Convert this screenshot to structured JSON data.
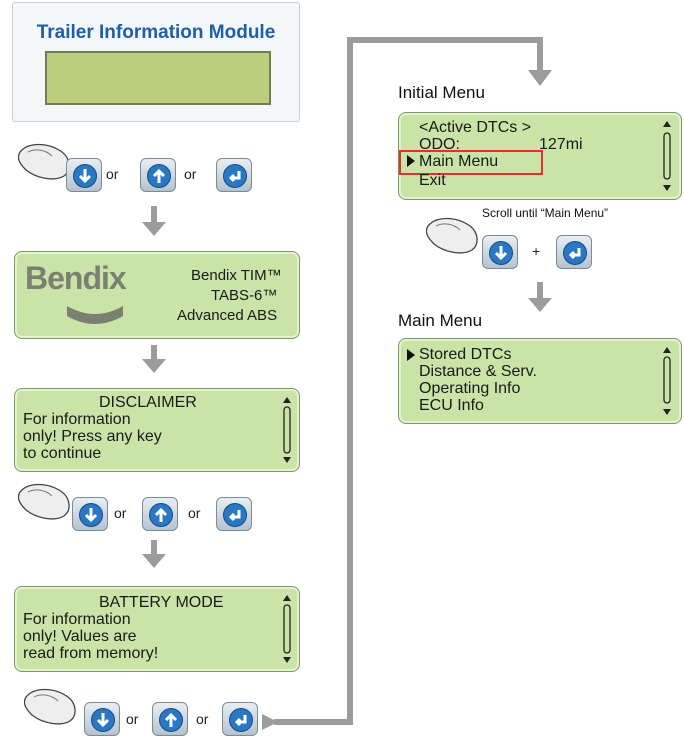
{
  "tim_header": {
    "title": "Trailer Information Module"
  },
  "keys": {
    "or1": "or",
    "or2": "or",
    "or3": "or",
    "or4": "or",
    "or5": "or",
    "or6": "or",
    "plus": "+"
  },
  "splash": {
    "logo": "Bendix",
    "line1": "Bendix TIM™",
    "line2": "TABS-6™",
    "line3": "Advanced ABS"
  },
  "disclaimer": {
    "line1": "DISCLAIMER",
    "line2": "For information",
    "line3": "only! Press any key",
    "line4": "to continue"
  },
  "battery": {
    "line1": "BATTERY MODE",
    "line2": "For information",
    "line3": "only! Values are",
    "line4": "read from memory!"
  },
  "initial_menu": {
    "heading": "Initial Menu",
    "line1": "<Active DTCs >",
    "line2_label": "ODO:",
    "line2_value": "127mi",
    "line3": "Main Menu",
    "line4": "Exit",
    "instruction": "Scroll until “Main Menu”"
  },
  "main_menu": {
    "heading": "Main Menu",
    "line1": "Stored DTCs",
    "line2": "Distance & Serv.",
    "line3": "Operating Info",
    "line4": "ECU Info"
  },
  "colors": {
    "lcd": "#c9e4a6",
    "key_face": "#2a78c4",
    "arrow": "#9c9c9c",
    "highlight": "#e03131",
    "header_text": "#1f5fa8"
  },
  "icons": [
    "finger-icon",
    "down-arrow-key-icon",
    "up-arrow-key-icon",
    "enter-key-icon",
    "flow-arrow-icon",
    "cursor-triangle-icon",
    "scrollbar-icon"
  ]
}
